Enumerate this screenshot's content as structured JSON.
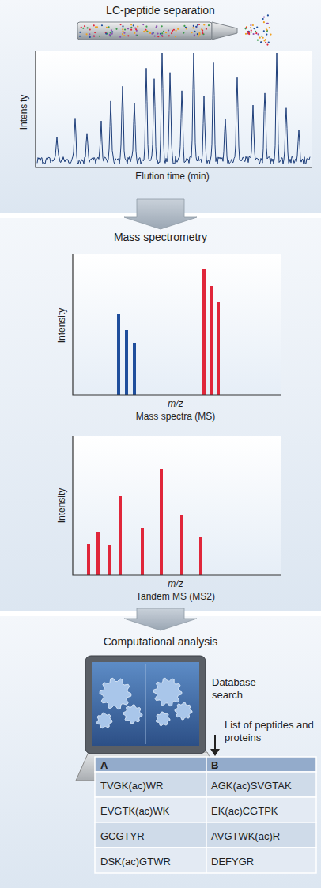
{
  "diagram": {
    "nodes": [
      {
        "text": [
          "LC-peptide separation"
        ]
      },
      {
        "text": [
          "Mass spectrometry"
        ]
      },
      {
        "text": [
          "Computational analysis"
        ]
      }
    ],
    "edges": [
      {
        "from": 0,
        "to": 1,
        "arrow": "to"
      },
      {
        "from": 1,
        "to": 2,
        "arrow": "to"
      }
    ],
    "labels": [
      "Intensity",
      "Elution time (min)",
      "Intensity",
      "m/z",
      "Mass spectra (MS)",
      "Intensity",
      "m/z",
      "Tandem MS (MS2)",
      "Database search",
      "List of peptides and proteins",
      "A",
      "B",
      "TVGK(ac)WR",
      "AGK(ac)SVGTAK",
      "EVGTK(ac)WK",
      "EK(ac)CGTPK",
      "GCGTYR",
      "AVGTWK(ac)R",
      "DSK(ac)GTWR",
      "DEFYGR"
    ]
  }
}
